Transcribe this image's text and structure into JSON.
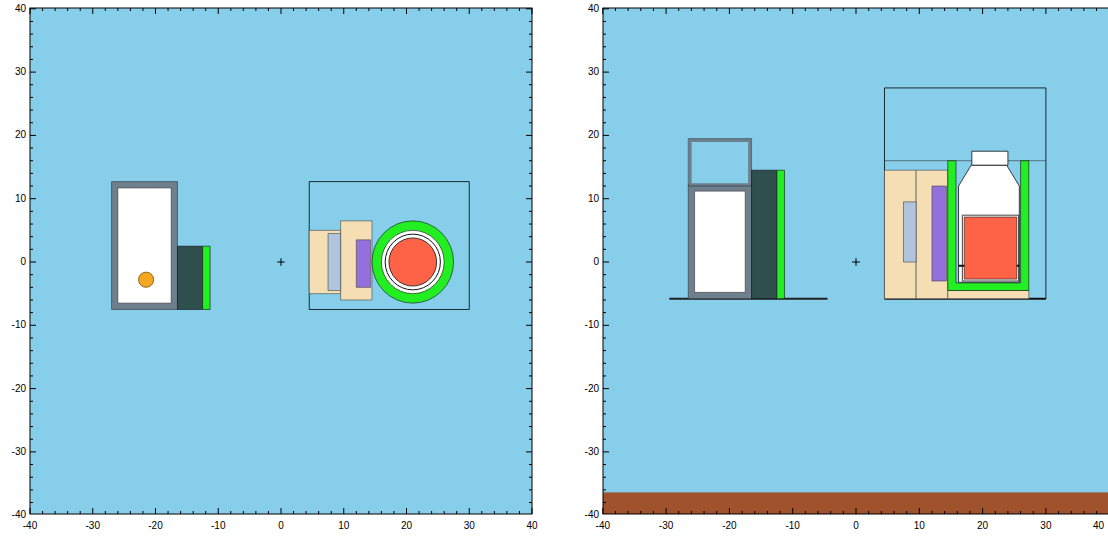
{
  "diagram": {
    "labels": [
      "-40",
      "-30",
      "-20",
      "-10",
      "0",
      "10",
      "20",
      "30",
      "40",
      "40",
      "30",
      "20",
      "10",
      "0",
      "-10",
      "-20",
      "-30",
      "-40",
      "-40",
      "-30",
      "-20",
      "-10",
      "0",
      "10",
      "20",
      "30",
      "40",
      "40",
      "30",
      "20",
      "10",
      "0",
      "-10",
      "-20",
      "-30",
      "-40"
    ]
  }
}
